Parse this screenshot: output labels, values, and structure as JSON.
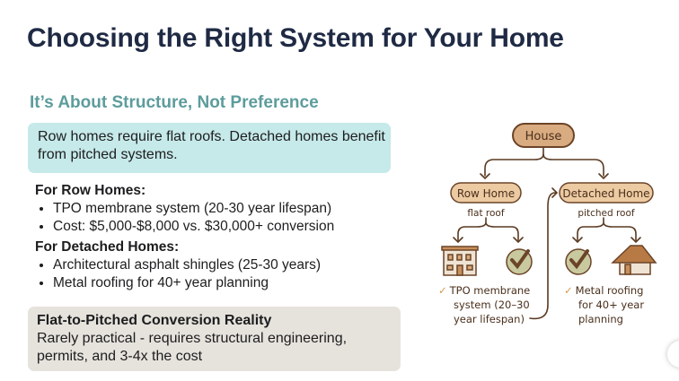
{
  "title": "Choosing the Right System for Your Home",
  "subtitle": "It’s About Structure, Not Preference",
  "callout": "Row homes require flat roofs. Detached homes benefit from pitched systems.",
  "row_homes": {
    "heading": "For Row Homes:",
    "bullets": [
      "TPO membrane system (20-30 year lifespan)",
      "Cost: $5,000-$8,000 vs. $30,000+ conversion"
    ]
  },
  "detached_homes": {
    "heading": "For Detached Homes:",
    "bullets": [
      "Architectural asphalt shingles (25-30 years)",
      "Metal roofing for 40+ year planning"
    ]
  },
  "reality": {
    "heading": "Flat-to-Pitched Conversion Reality",
    "text": "Rarely practical - requires structural engineering, permits, and 3-4x the cost"
  },
  "diagram": {
    "root": "House",
    "left": {
      "label": "Row Home",
      "caption": "flat roof",
      "note": [
        "TPO membrane",
        "system (20–30",
        "year lifespan)"
      ]
    },
    "right": {
      "label": "Detached Home",
      "caption": "pitched roof",
      "note": [
        "Metal roofing",
        "for 40+ year",
        "planning"
      ]
    },
    "colors": {
      "node_fill": "#e8c39b",
      "node_stroke": "#6b4428",
      "check_fill": "#c9c9a0",
      "accent": "#d49a4e"
    }
  }
}
